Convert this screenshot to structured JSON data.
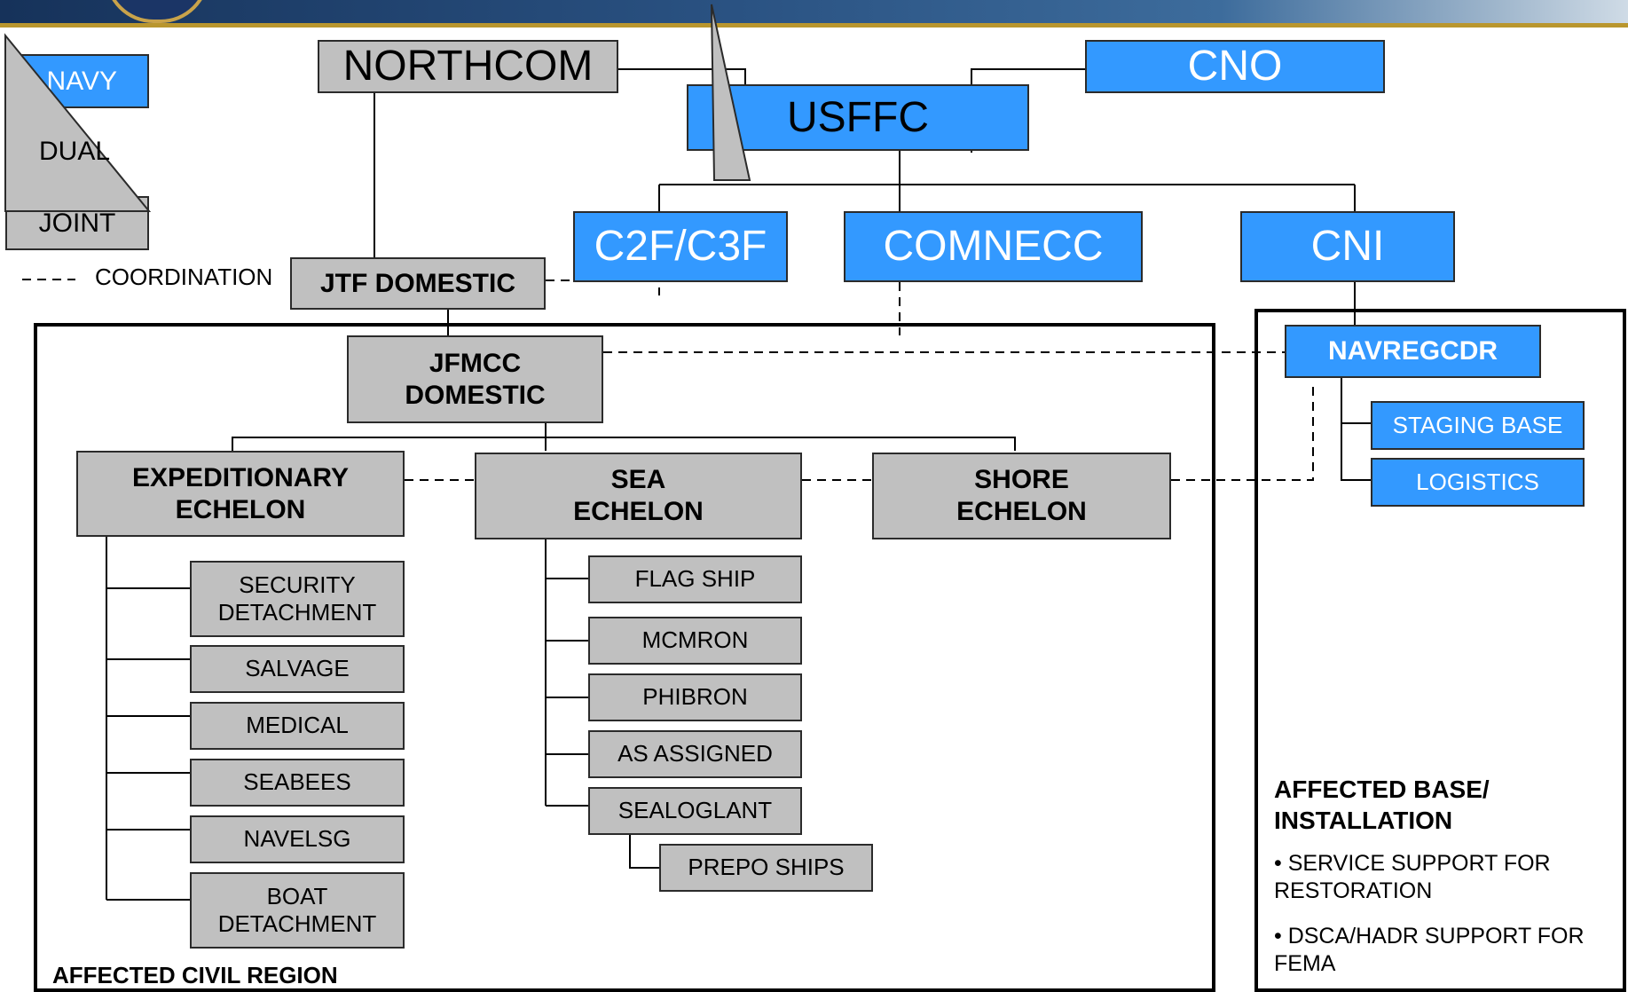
{
  "colors": {
    "navy_blue": "#3399ff",
    "joint_gray": "#c0c0c0",
    "banner_navy": "#16325a",
    "banner_gold": "#b9962e"
  },
  "legend": {
    "navy": "NAVY",
    "dual": "DUAL",
    "joint": "JOINT",
    "coordination": "COORDINATION"
  },
  "top": {
    "northcom": "NORTHCOM",
    "cno": "CNO",
    "usffc": "USFFC",
    "c2f_c3f": "C2F/C3F",
    "comnecc": "COMNECC",
    "cni": "CNI",
    "jtf_domestic": "JTF DOMESTIC"
  },
  "civil_region": {
    "label": "AFFECTED CIVIL REGION",
    "jfmcc": "JFMCC\nDOMESTIC",
    "expeditionary": {
      "title": "EXPEDITIONARY\nECHELON",
      "units": [
        "SECURITY\nDETACHMENT",
        "SALVAGE",
        "MEDICAL",
        "SEABEES",
        "NAVELSG",
        "BOAT\nDETACHMENT"
      ]
    },
    "sea": {
      "title": "SEA\nECHELON",
      "units": [
        "FLAG SHIP",
        "MCMRON",
        "PHIBRON",
        "AS ASSIGNED",
        "SEALOGLANT"
      ],
      "sub_unit": "PREPO SHIPS"
    },
    "shore": {
      "title": "SHORE\nECHELON"
    }
  },
  "base_region": {
    "navregcdr": "NAVREGCDR",
    "staging_base": "STAGING BASE",
    "logistics": "LOGISTICS",
    "title": "AFFECTED BASE/\nINSTALLATION",
    "bullets": [
      "• SERVICE SUPPORT FOR RESTORATION",
      "• DSCA/HADR SUPPORT FOR FEMA"
    ]
  }
}
